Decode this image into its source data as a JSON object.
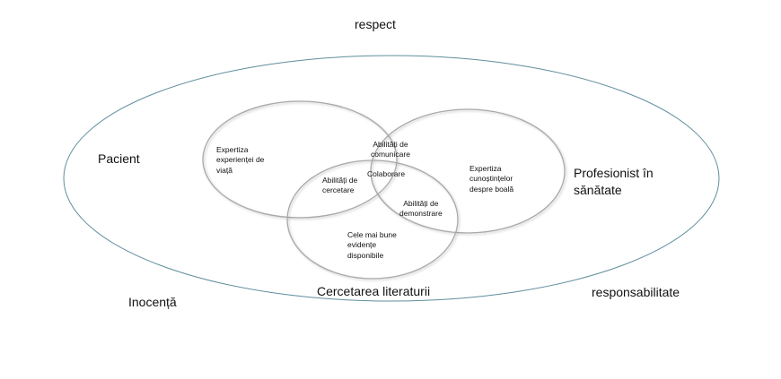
{
  "outer_labels": {
    "top": "respect",
    "left": "Pacient",
    "right_line1": "Profesionist în",
    "right_line2": "sănătate",
    "bottom_center": "Cercetarea literaturii",
    "bottom_left": "Inocență",
    "bottom_right": "responsabilitate"
  },
  "circles": {
    "left_text": [
      "Expertiza",
      "experienței de",
      "viață"
    ],
    "right_text": [
      "Expertiza",
      "cunoștințelor",
      "despre boală"
    ],
    "bottom_text": [
      "Cele mai bune",
      "evidențe",
      "disponibile"
    ]
  },
  "overlaps": {
    "left_right": [
      "Abilități de",
      "comunicare"
    ],
    "left_bottom": [
      "Abilități de",
      "cercetare"
    ],
    "right_bottom": [
      "Abilități de",
      "demonstrare"
    ],
    "center": "Colaborare"
  },
  "colors": {
    "outer_ellipse": "#5f8e9c",
    "circle_stroke": "#a9a9a9",
    "text": "#111111"
  }
}
